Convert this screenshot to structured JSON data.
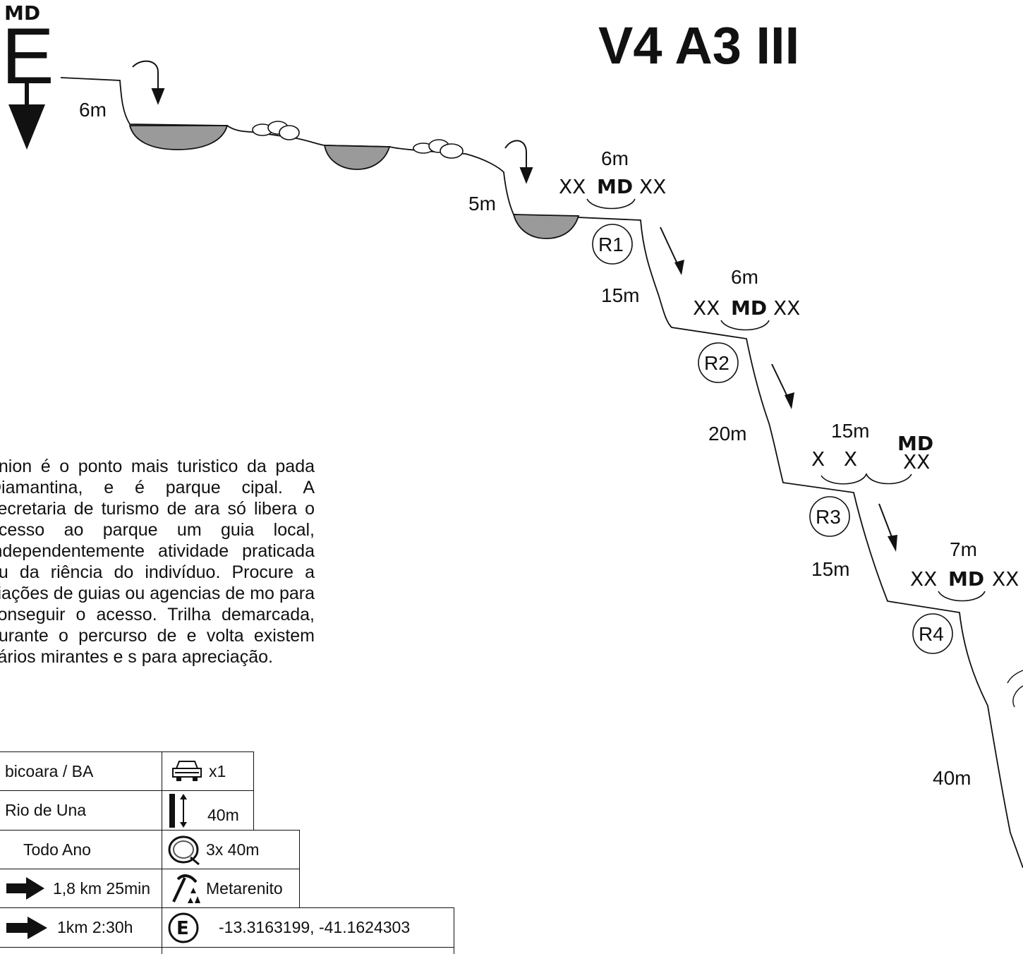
{
  "title": "V4 A3 III",
  "legend_icons": {
    "entry_marker": "MD",
    "entry_letter": "E"
  },
  "descent_heights": [
    "6m",
    "5m",
    "15m",
    "20m",
    "15m",
    "40m"
  ],
  "rappels": [
    {
      "id": "R1",
      "height": "6m",
      "anchor_left": "XX",
      "anchor_mark": "MD",
      "anchor_right": "XX"
    },
    {
      "id": "R2",
      "height": "6m",
      "anchor_left": "XX",
      "anchor_mark": "MD",
      "anchor_right": "XX"
    },
    {
      "id": "R3",
      "height": "15m",
      "anchor_left": "X   X",
      "anchor_mark": "MD",
      "anchor_right": "XX"
    },
    {
      "id": "R4",
      "height": "7m",
      "anchor_left": "XX",
      "anchor_mark": "MD",
      "anchor_right": "XX"
    }
  ],
  "description": "ânion é o ponto mais turistico da pada Diamantina, e é parque cipal. A secretaria de turismo de ara só libera o acesso ao parque um guia local, independentemente atividade praticada ou da riência do indivíduo. Procure a ciações de guias ou agencias de mo para conseguir o acesso. Trilha demarcada, durante o percurso de e volta existem vários mirantes e s para apreciação.",
  "info": {
    "location": "bicoara / BA",
    "river": "Rio de Una",
    "season": "Todo Ano",
    "approach": "1,8 km 25min",
    "return": "1km 2:30h",
    "cars": "x1",
    "max_height": "40m",
    "ropes": "3x 40m",
    "rock": "Metarenito",
    "coords": "-13.3163199, -41.1624303"
  },
  "icons": [
    "car-icon",
    "height-icon",
    "rope-icon",
    "arrow-right-icon",
    "rock-hammer-icon",
    "entry-e-icon"
  ]
}
